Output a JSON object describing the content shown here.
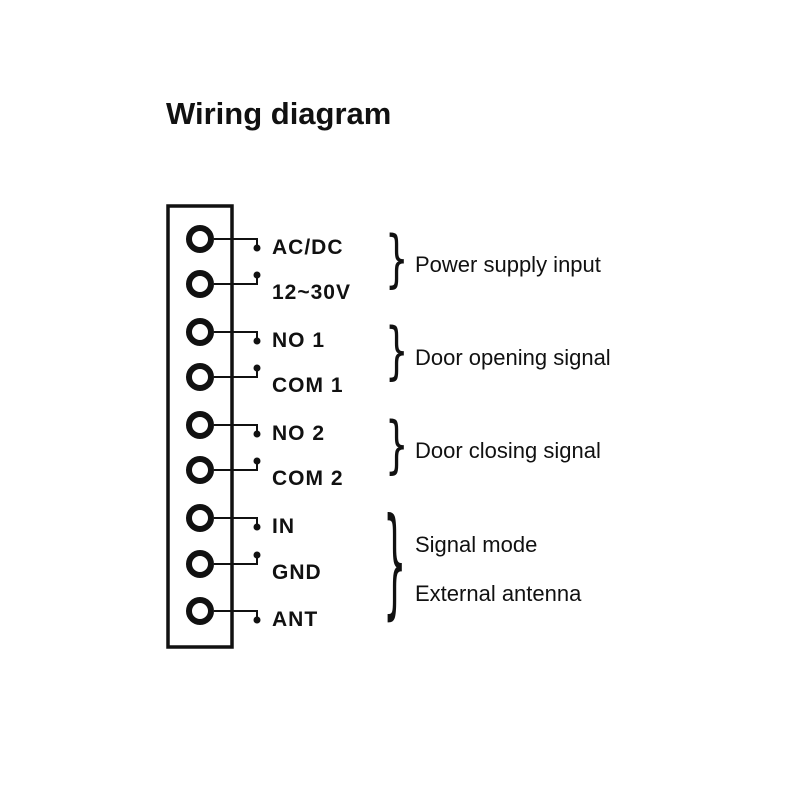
{
  "title": "Wiring diagram",
  "terminals": [
    {
      "label": "AC/DC"
    },
    {
      "label": "12~30V"
    },
    {
      "label": "NO 1"
    },
    {
      "label": "COM 1"
    },
    {
      "label": "NO 2"
    },
    {
      "label": "COM 2"
    },
    {
      "label": "IN"
    },
    {
      "label": "GND"
    },
    {
      "label": "ANT"
    }
  ],
  "groups": [
    {
      "description": "Power supply input",
      "brace": "}"
    },
    {
      "description": "Door opening signal",
      "brace": "}"
    },
    {
      "description": "Door closing signal",
      "brace": "}"
    },
    {
      "descriptions": [
        "Signal mode",
        "External antenna"
      ],
      "brace": "}"
    }
  ],
  "colors": {
    "ink": "#111111",
    "background": "#ffffff"
  }
}
